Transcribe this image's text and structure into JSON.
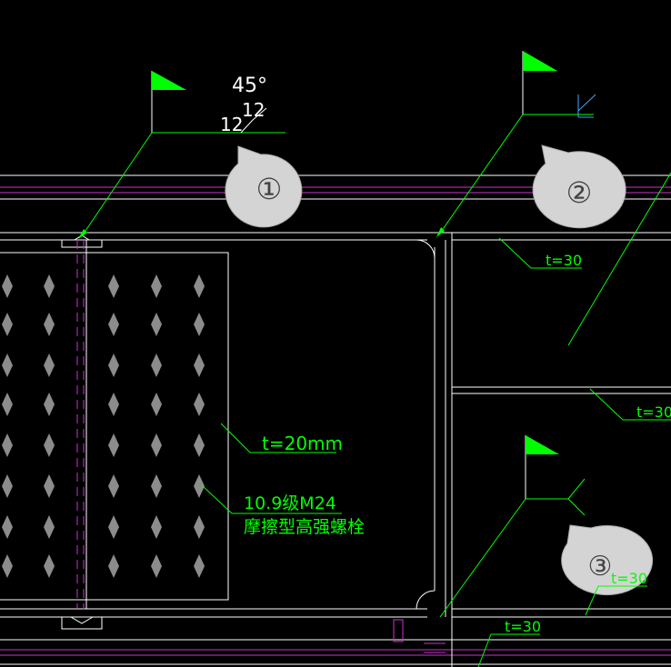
{
  "colors": {
    "background": "#000000",
    "lines": "#ffffff",
    "leaders": "#00ff00",
    "centerlines": "#cc33cc",
    "bolts": "#8c8c8c",
    "bubbles": "#d4d4d4",
    "bubble_border": "#aaaaaa",
    "flag": "#00ff00",
    "weld_symbol": "#3fa9f5"
  },
  "weld_symbol_1": {
    "angle": "45°",
    "top_size": "12",
    "bottom_size": "12"
  },
  "callouts": {
    "c1": "①",
    "c2": "②",
    "c3": "③"
  },
  "annotations": {
    "plate_thickness": "t=20mm",
    "bolt_grade": "10.9级M24",
    "bolt_type": "摩擦型高强螺栓",
    "t30_a": "t=30",
    "t30_b": "t=30",
    "t30_c": "t=30",
    "t30_d": "t=30"
  }
}
